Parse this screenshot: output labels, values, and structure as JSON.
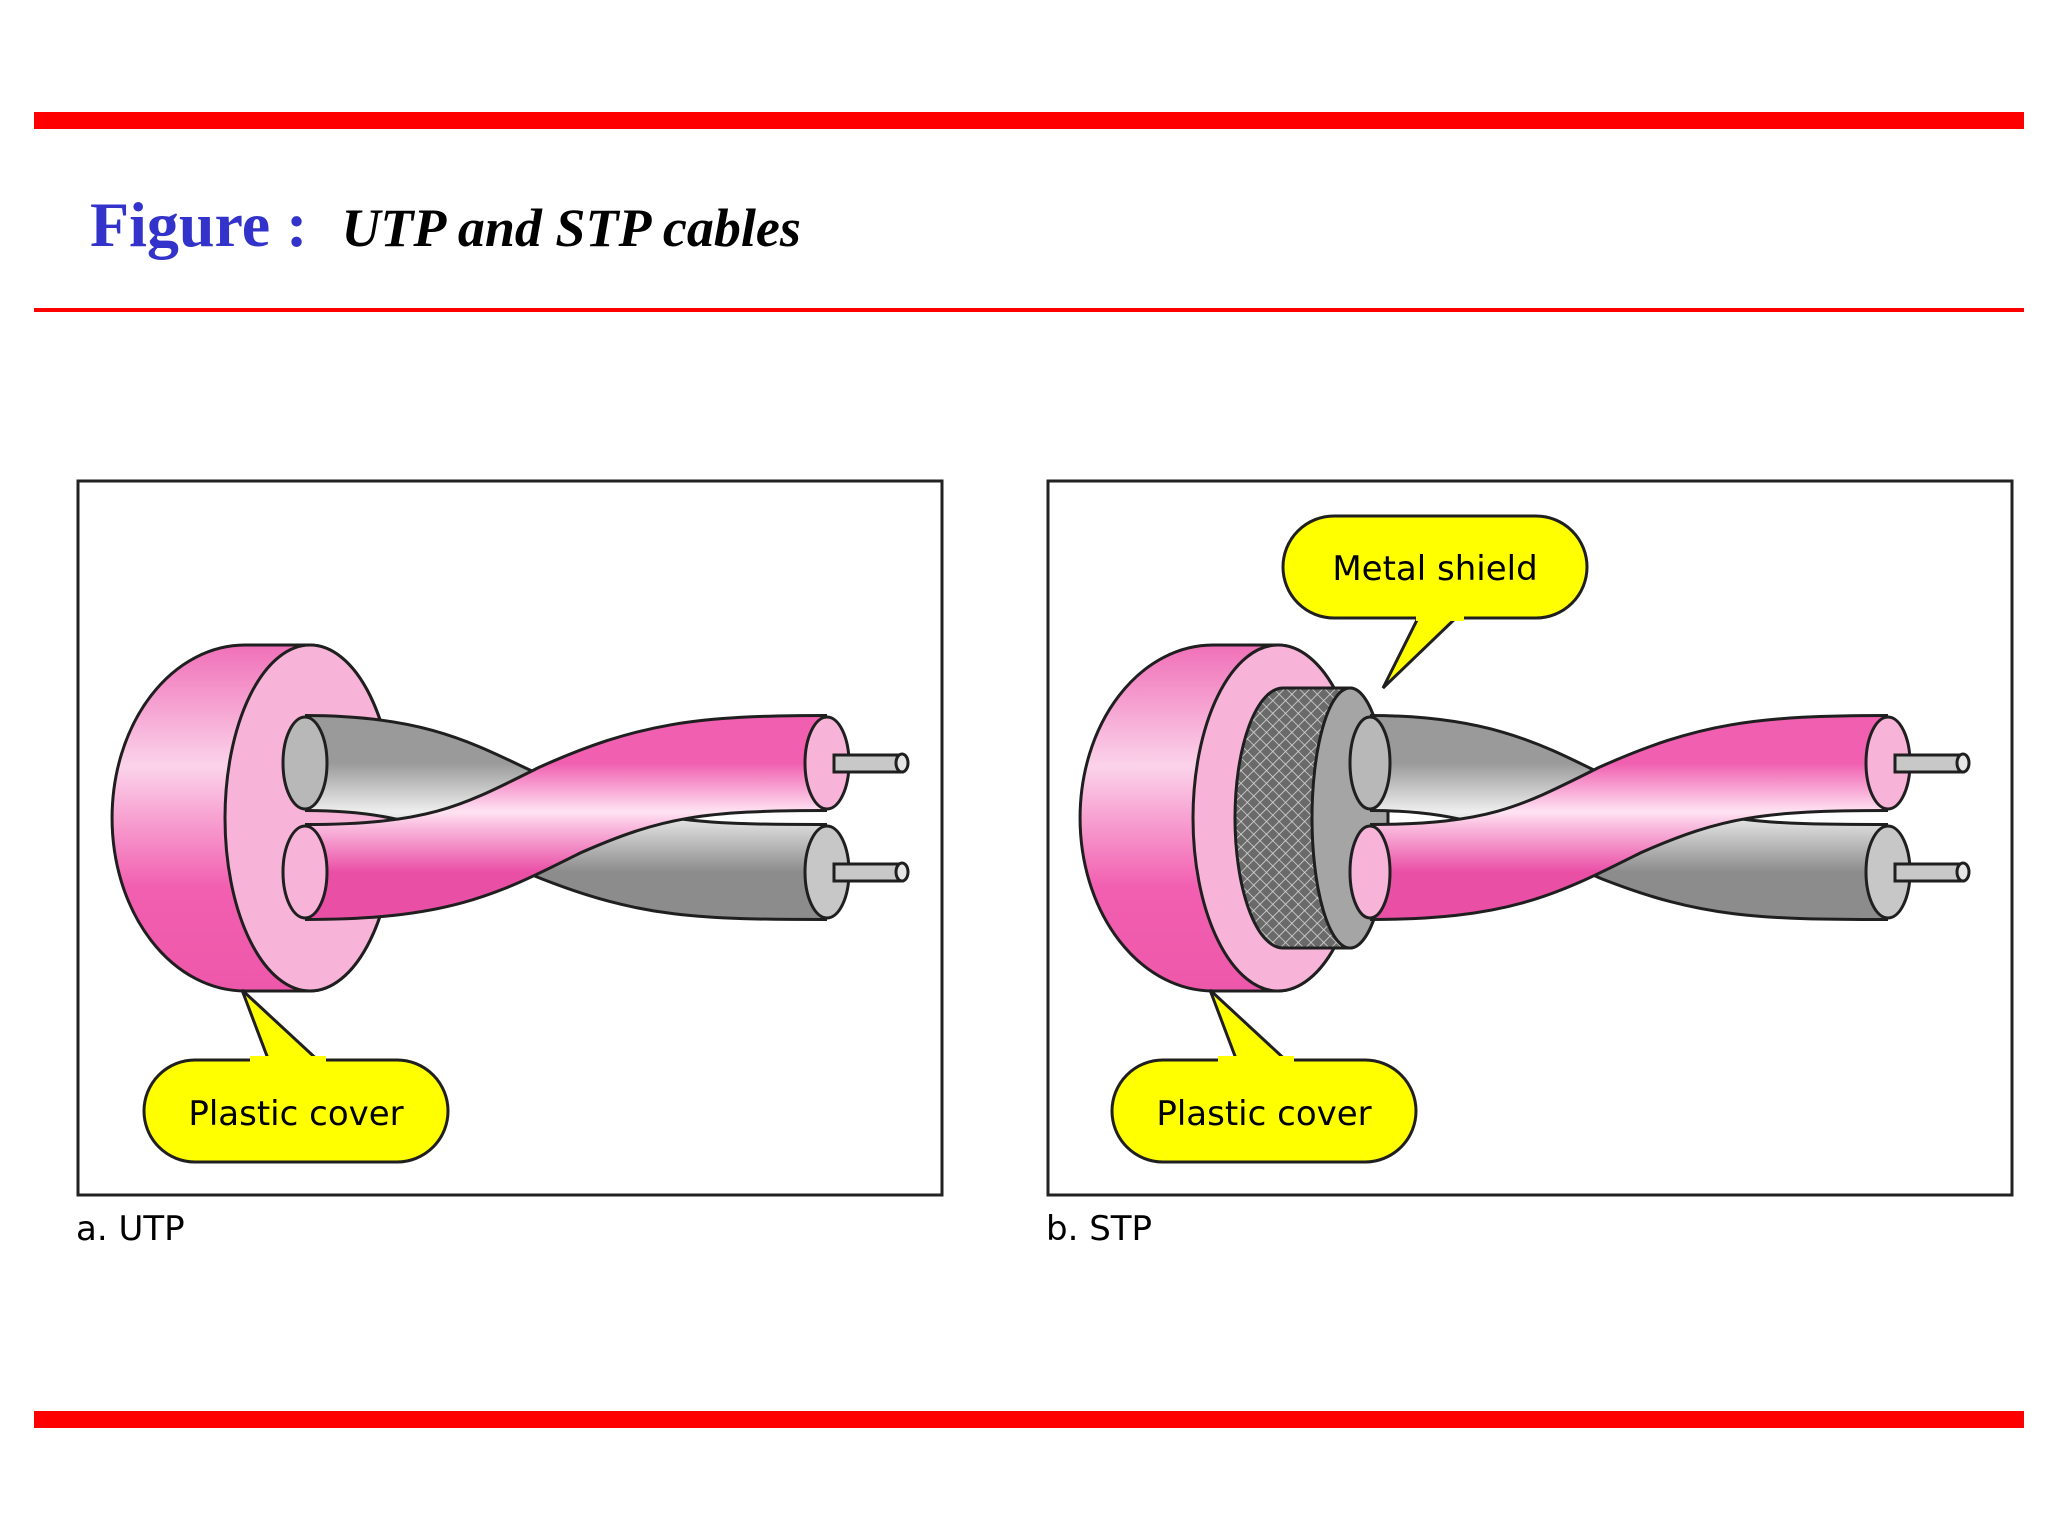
{
  "colors": {
    "rule": "#ff0000",
    "title_label": "#3333cc",
    "plastic_pink": "#f26bb8",
    "plastic_light": "#f7b4d8",
    "wire_gray": "#a8a8a8",
    "callout_yellow": "#ffff00"
  },
  "title": {
    "label": "Figure :",
    "text": "UTP and STP cables"
  },
  "panels": [
    {
      "caption": "a. UTP",
      "callouts": [
        "Plastic cover"
      ]
    },
    {
      "caption": "b. STP",
      "callouts": [
        "Metal shield",
        "Plastic cover"
      ]
    }
  ]
}
